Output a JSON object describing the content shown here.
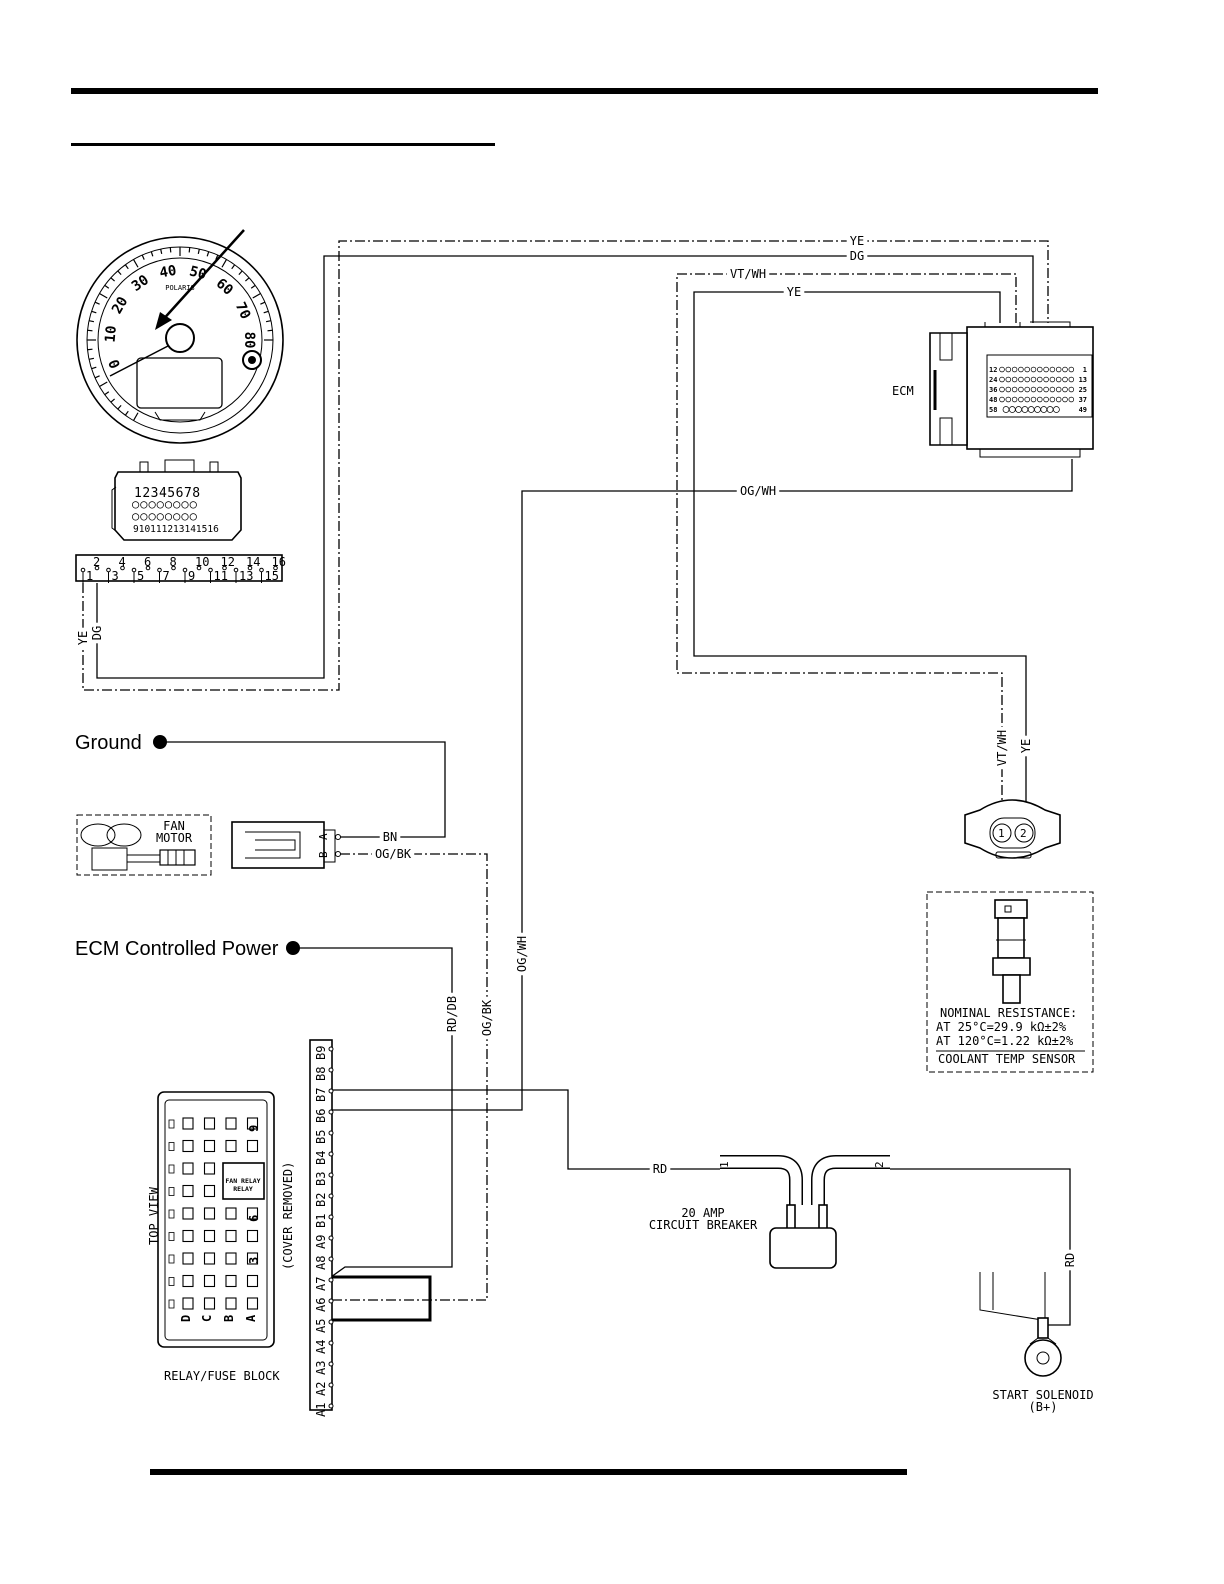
{
  "wires": {
    "ye_top": "YE",
    "dg_top": "DG",
    "vtwh_top": "VT/WH",
    "ye_mid": "YE",
    "ogwh_h": "OG/WH",
    "ye_left": "YE",
    "dg_left": "DG",
    "vtwh_vert": "VT/WH",
    "ye_vert": "YE",
    "bn": "BN",
    "ogbk_h": "OG/BK",
    "ogwh_v": "OG/WH",
    "rddb": "RD/DB",
    "ogbk_v": "OG/BK",
    "rd_h": "RD",
    "rd_v": "RD"
  },
  "labels": {
    "ground": "Ground",
    "ecm_power": "ECM Controlled Power",
    "ecm": "ECM",
    "fan_motor_1": "FAN",
    "fan_motor_2": "MOTOR",
    "fan_pin_b": "B",
    "fan_pin_a": "A",
    "sensor_line1": "NOMINAL RESISTANCE:",
    "sensor_line2": "AT  25°C=29.9 kΩ±2%",
    "sensor_line3": "AT 120°C=1.22 kΩ±2%",
    "sensor_name": "COOLANT TEMP SENSOR",
    "sensor_pin1": "1",
    "sensor_pin2": "2",
    "breaker_1": "20 AMP",
    "breaker_2": "CIRCUIT BREAKER",
    "breaker_pin1": "1",
    "breaker_pin2": "2",
    "solenoid_1": "START SOLENOID",
    "solenoid_2": "(B+)",
    "relay_block": "RELAY/FUSE BLOCK",
    "top_view": "TOP VIEW",
    "cover_removed": "(COVER REMOVED)",
    "fan_relay_1": "FAN RELAY",
    "fan_relay_2": "RELAY",
    "relay_col_d": "D",
    "relay_col_c": "C",
    "relay_col_b": "B",
    "relay_col_a": "A",
    "relay_row_9": "9",
    "relay_row_6": "6",
    "relay_row_3": "3"
  },
  "gauge": {
    "speed_marks": [
      "0",
      "10",
      "20",
      "30",
      "40",
      "50",
      "60",
      "70",
      "80"
    ],
    "brand": "POLARIS"
  },
  "connectors": {
    "cluster_pins_top": "12345678",
    "cluster_pins_bottom": "910111213141516",
    "cluster_strip_even": [
      "2",
      "4",
      "6",
      "8",
      "10",
      "12",
      "14",
      "16"
    ],
    "cluster_strip_odd": [
      "1",
      "3",
      "5",
      "7",
      "9",
      "11",
      "13",
      "15"
    ],
    "ecm_rows": [
      {
        "left": "12",
        "right": "1"
      },
      {
        "left": "24",
        "right": "13"
      },
      {
        "left": "36",
        "right": "25"
      },
      {
        "left": "48",
        "right": "37"
      },
      {
        "left": "58",
        "right": "49"
      }
    ],
    "terminals": [
      "B9",
      "B8",
      "B7",
      "B6",
      "B5",
      "B4",
      "B3",
      "B2",
      "B1",
      "A9",
      "A8",
      "A7",
      "A6",
      "A5",
      "A4",
      "A3",
      "A2",
      "A1"
    ]
  }
}
